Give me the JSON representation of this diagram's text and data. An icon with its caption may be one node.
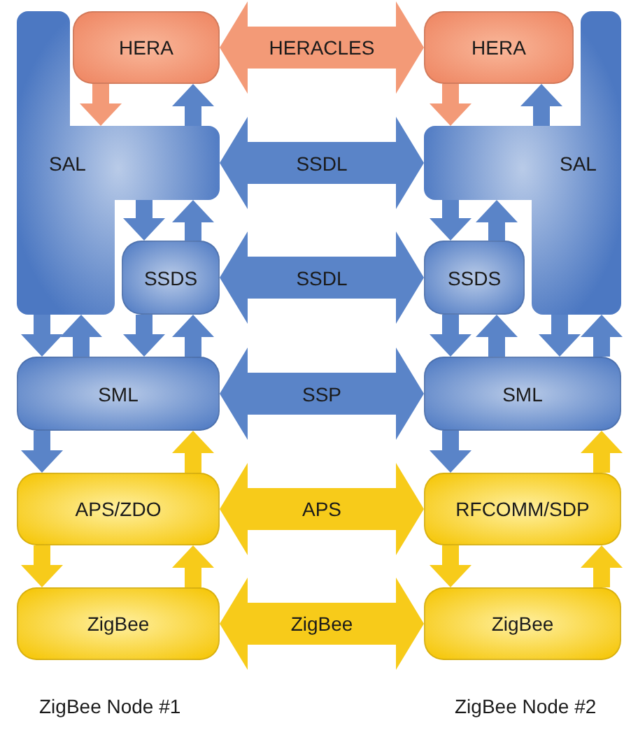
{
  "diagram": {
    "nodes": [
      {
        "text": [
          "HERA"
        ]
      },
      {
        "text": [
          "HERA"
        ]
      },
      {
        "text": [
          "SAL"
        ]
      },
      {
        "text": [
          "SAL"
        ]
      },
      {
        "text": [
          "SSDS"
        ]
      },
      {
        "text": [
          "SSDS"
        ]
      },
      {
        "text": [
          "SML"
        ]
      },
      {
        "text": [
          "SML"
        ]
      },
      {
        "text": [
          "APS/ZDO"
        ]
      },
      {
        "text": [
          "RFCOMM/SDP"
        ]
      },
      {
        "text": [
          "ZigBee"
        ]
      },
      {
        "text": [
          "ZigBee"
        ]
      }
    ],
    "edges": [
      {
        "from": 0,
        "to": 1,
        "arrow": "both",
        "label": "HERACLES",
        "color": "#f39a77"
      },
      {
        "from": 0,
        "to": 2,
        "arrow": "to",
        "color": "#f39a77"
      },
      {
        "from": 2,
        "to": 0,
        "arrow": "to"
      },
      {
        "from": 1,
        "to": 3,
        "arrow": "to",
        "color": "#f39a77"
      },
      {
        "from": 3,
        "to": 1,
        "arrow": "to"
      },
      {
        "from": 2,
        "to": 3,
        "arrow": "both",
        "label": "SSDL"
      },
      {
        "from": 2,
        "to": 4,
        "arrow": "to"
      },
      {
        "from": 4,
        "to": 2,
        "arrow": "to"
      },
      {
        "from": 3,
        "to": 5,
        "arrow": "to"
      },
      {
        "from": 5,
        "to": 3,
        "arrow": "to"
      },
      {
        "from": 4,
        "to": 5,
        "arrow": "both",
        "label": "SSDL"
      },
      {
        "from": 2,
        "to": 6,
        "arrow": "to"
      },
      {
        "from": 6,
        "to": 2,
        "arrow": "to"
      },
      {
        "from": 4,
        "to": 6,
        "arrow": "to"
      },
      {
        "from": 6,
        "to": 4,
        "arrow": "to"
      },
      {
        "from": 3,
        "to": 7,
        "arrow": "to"
      },
      {
        "from": 7,
        "to": 3,
        "arrow": "to"
      },
      {
        "from": 5,
        "to": 7,
        "arrow": "to"
      },
      {
        "from": 7,
        "to": 5,
        "arrow": "to"
      },
      {
        "from": 6,
        "to": 7,
        "arrow": "both",
        "label": "SSP"
      },
      {
        "from": 6,
        "to": 8,
        "arrow": "to"
      },
      {
        "from": 8,
        "to": 6,
        "arrow": "to",
        "color": "#f7cb1a"
      },
      {
        "from": 7,
        "to": 9,
        "arrow": "to"
      },
      {
        "from": 9,
        "to": 7,
        "arrow": "to",
        "color": "#f7cb1a"
      },
      {
        "from": 8,
        "to": 9,
        "arrow": "both",
        "label": "APS",
        "color": "#f7cb1a"
      },
      {
        "from": 8,
        "to": 10,
        "arrow": "to",
        "color": "#f7cb1a"
      },
      {
        "from": 10,
        "to": 8,
        "arrow": "to",
        "color": "#f7cb1a"
      },
      {
        "from": 9,
        "to": 11,
        "arrow": "to",
        "color": "#f7cb1a"
      },
      {
        "from": 11,
        "to": 9,
        "arrow": "to",
        "color": "#f7cb1a"
      },
      {
        "from": 10,
        "to": 11,
        "arrow": "both",
        "label": "ZigBee",
        "color": "#f7cb1a"
      }
    ],
    "labels": [
      "ZigBee Node #1",
      "ZigBee Node #2"
    ]
  }
}
